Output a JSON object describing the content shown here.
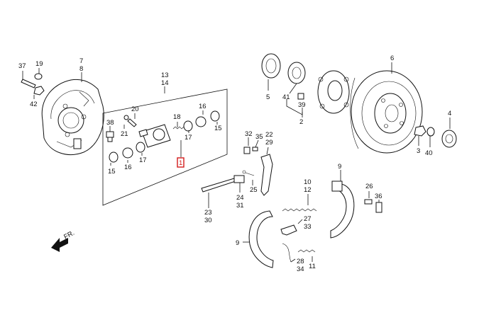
{
  "callouts": {
    "c37": "37",
    "c19": "19",
    "c42": "42",
    "c7": "7",
    "c8": "8",
    "c13": "13",
    "c14": "14",
    "c20": "20",
    "c21": "21",
    "c38": "38",
    "c18": "18",
    "c16a": "16",
    "c16b": "16",
    "c17a": "17",
    "c17b": "17",
    "c15a": "15",
    "c15b": "15",
    "c1": "1",
    "c5": "5",
    "c41": "41",
    "c39": "39",
    "c2": "2",
    "c6": "6",
    "c4": "4",
    "c3": "3",
    "c40": "40",
    "c32": "32",
    "c35": "35",
    "c22": "22",
    "c29": "29",
    "c25": "25",
    "c24": "24",
    "c31": "31",
    "c23": "23",
    "c30": "30",
    "c10": "10",
    "c12": "12",
    "c9a": "9",
    "c9b": "9",
    "c26": "26",
    "c36": "36",
    "c27": "27",
    "c33": "33",
    "c28": "28",
    "c34": "34",
    "c11": "11"
  },
  "direction_label": "FR.",
  "highlight_color": "#d21b1b"
}
